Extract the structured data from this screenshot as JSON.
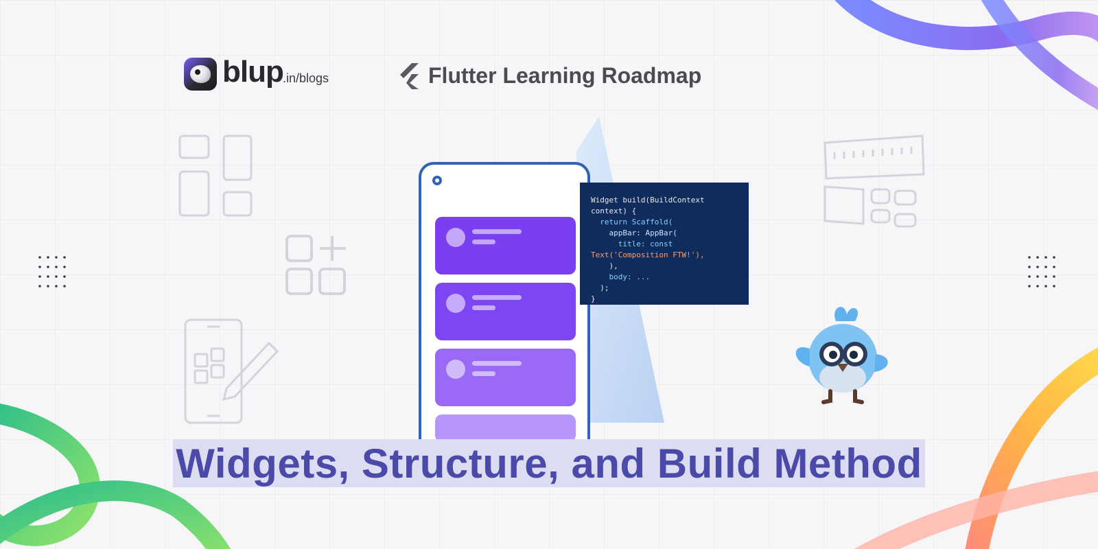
{
  "brand": {
    "name": "blup",
    "suffix": ".in/blogs"
  },
  "series": {
    "title": "Flutter Learning Roadmap"
  },
  "code_lines": [
    "Widget build(BuildContext",
    "context) {",
    "  return Scaffold(",
    "    appBar: AppBar(",
    "      title: const",
    "Text('Composition FTW!'),",
    "    ),",
    "    body: ...",
    "  );",
    "}"
  ],
  "headline": "Widgets, Structure, and Build Method",
  "colors": {
    "accent": "#4b4aa8",
    "title_bg": "#dcdcf2",
    "phone_border": "#2e63b8",
    "card_top": "#7a3ff0",
    "card_mid": "#7e45f2",
    "card_bottom": "#9a6af6",
    "code_bg": "#0f2c5c"
  },
  "icons": [
    "blup-logo-icon",
    "flutter-icon",
    "widget-grid-icon",
    "add-widget-icon",
    "phone-design-icon",
    "ruler-layout-icon",
    "dot-grid-icon",
    "bird-mascot"
  ]
}
